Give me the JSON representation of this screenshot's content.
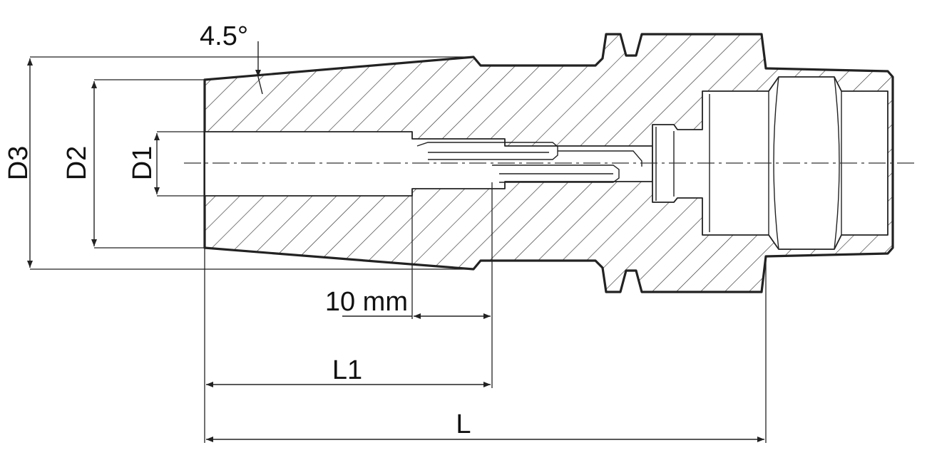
{
  "labels": {
    "angle": "4.5°",
    "d3": "D3",
    "d2": "D2",
    "d1": "D1",
    "step": "10 mm",
    "l1": "L1",
    "l": "L"
  },
  "colors": {
    "line": "#222222",
    "background": "#ffffff"
  }
}
